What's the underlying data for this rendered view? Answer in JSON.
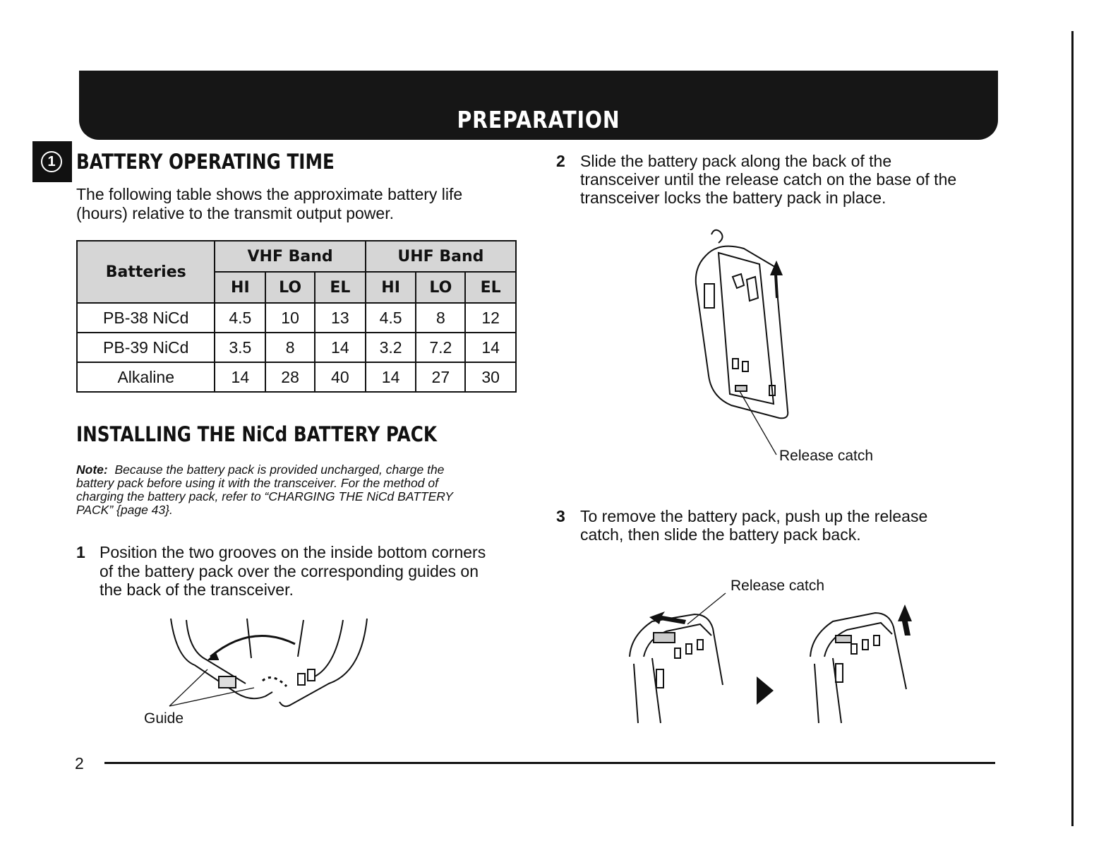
{
  "header": {
    "title": "PREPARATION"
  },
  "chapter": {
    "number": "1"
  },
  "battery_section": {
    "heading": "BATTERY OPERATING TIME",
    "intro_line1": "The following table shows the approximate battery life",
    "intro_line2": "(hours) relative to the transmit output power.",
    "table": {
      "batteries_header": "Batteries",
      "vhf_header": "VHF Band",
      "uhf_header": "UHF Band",
      "power_levels": [
        "HI",
        "LO",
        "EL",
        "HI",
        "LO",
        "EL"
      ],
      "rows": [
        {
          "battery": "PB-38 NiCd",
          "values": [
            "4.5",
            "10",
            "13",
            "4.5",
            "8",
            "12"
          ]
        },
        {
          "battery": "PB-39 NiCd",
          "values": [
            "3.5",
            "8",
            "14",
            "3.2",
            "7.2",
            "14"
          ]
        },
        {
          "battery": "Alkaline",
          "values": [
            "14",
            "28",
            "40",
            "14",
            "27",
            "30"
          ]
        }
      ]
    }
  },
  "install_section": {
    "heading": "INSTALLING THE NiCd BATTERY PACK",
    "note_label": "Note:",
    "note_line1": "Because the battery pack is provided uncharged, charge the",
    "note_line2": "battery pack before using it with the transceiver.  For the method of",
    "note_line3": "charging the battery pack, refer to “CHARGING THE NiCd BATTERY",
    "note_line4": "PACK” {page 43}.",
    "steps": [
      {
        "number": "1",
        "lines": [
          "Position the two grooves on the inside bottom corners",
          "of the battery pack over the corresponding guides on",
          "the back of the transceiver."
        ]
      },
      {
        "number": "2",
        "lines": [
          "Slide the battery pack along the back of the",
          "transceiver until the release catch on the base of the",
          "transceiver locks the battery pack in place."
        ]
      },
      {
        "number": "3",
        "lines": [
          "To remove the battery pack, push up the release",
          "catch, then slide the battery pack back."
        ]
      }
    ],
    "captions": {
      "guide": "Guide",
      "release_catch_1": "Release catch",
      "release_catch_2": "Release catch"
    }
  },
  "footer": {
    "page_number": "2"
  }
}
